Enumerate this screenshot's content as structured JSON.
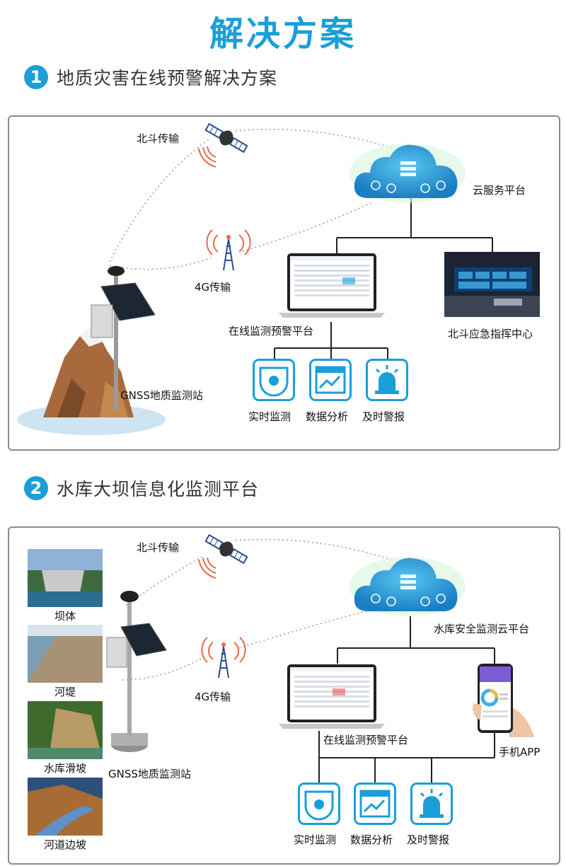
{
  "page_title": "解决方案",
  "section1": {
    "number": "1",
    "title": "地质灾害在线预警解决方案",
    "beidou_label": "北斗传输",
    "g4_label": "4G传输",
    "cloud_label": "云服务平台",
    "laptop_label": "在线监测预警平台",
    "command_center_label": "北斗应急指挥中心",
    "station_label": "GNSS地质监测站",
    "functions": [
      "实时监测",
      "数据分析",
      "及时警报"
    ]
  },
  "section2": {
    "number": "2",
    "title": "水库大坝信息化监测平台",
    "beidou_label": "北斗传输",
    "g4_label": "4G传输",
    "cloud_label": "水库安全监测云平台",
    "laptop_label": "在线监测预警平台",
    "phone_label": "手机APP",
    "station_label": "GNSS地质监测站",
    "thumbnails": [
      "坝体",
      "河堤",
      "水库滑坡",
      "河道边坡"
    ],
    "functions": [
      "实时监测",
      "数据分析",
      "及时警报"
    ]
  },
  "colors": {
    "accent": "#1a9fd8",
    "panel_border": "#8c8c8c",
    "signal_red": "#e8694a"
  },
  "icons": [
    "satellite-icon",
    "signal-tower-icon",
    "cloud-server-icon",
    "camera-icon",
    "chart-icon",
    "alarm-icon"
  ]
}
